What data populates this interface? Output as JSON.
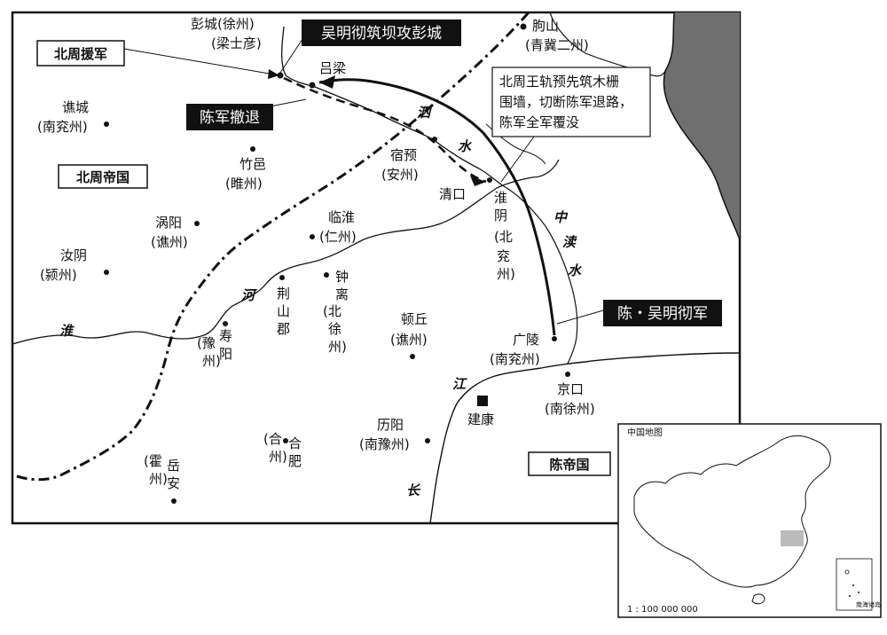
{
  "labels": {
    "pengcheng": "彭城(徐州)",
    "liangshiyan": "(梁士彦)",
    "beizhou_yuanjun": "北周援军",
    "wu_attack": "吴明彻筑坝攻彭城",
    "quzhan": "朐山",
    "quzhan_sub": "(青冀二州)",
    "lvliang": "吕梁",
    "chenjun_chetui": "陈军撤退",
    "qiaocheng": "谯城",
    "qiaocheng_sub": "(南兖州)",
    "beizhou_empire": "北周帝国",
    "zhuyi": "竹邑",
    "zhuyi_sub": "(睢州)",
    "suyu": "宿预",
    "suyu_sub": "(安州)",
    "qingkou": "清口",
    "huaiyin_v": [
      "淮",
      "阴",
      "(北",
      "兖",
      "州)"
    ],
    "annotation": [
      "北周王轨预先筑木栅",
      "围墙，切断陈军退路，",
      "陈军全军覆没"
    ],
    "woyang": "涡阳",
    "woyang_sub": "(谯州)",
    "linhuai": "临淮",
    "linhuai_sub": "(仁州)",
    "ruyin": "汝阴",
    "ruyin_sub": "(颍州)",
    "jingshanjun_v": [
      "荆",
      "山",
      "郡"
    ],
    "zhongli_v": [
      "钟",
      "离"
    ],
    "beixuzhou_v": [
      "(北",
      "徐",
      "州)"
    ],
    "dunqiu": "顿丘",
    "dunqiu_sub": "(谯州)",
    "shouyang_v": [
      "寿",
      "阳"
    ],
    "yuzhou_v": [
      "(豫",
      "州)"
    ],
    "guangling": "广陵",
    "guangling_sub": "(南兖州)",
    "chen_army": "陈・吴明彻军",
    "jingkou": "京口",
    "jingkou_sub": "(南徐州)",
    "jiankang": "建康",
    "liyang": "历阳",
    "liyang_sub": "(南豫州)",
    "hefei_v": [
      "合",
      "肥"
    ],
    "hezhou_v": [
      "(合",
      "州)"
    ],
    "chen_empire": "陈帝国",
    "yuean_v": [
      "岳",
      "安"
    ],
    "huozhou_v": [
      "(霍",
      "州)"
    ],
    "inset_title": "中国地图",
    "inset_scale": "1 : 100 000 000",
    "inset_nanhai": "南海诸岛"
  },
  "rivers": {
    "si": "泗",
    "shui": "水",
    "zhong": "中",
    "du": "渎",
    "shui2": "水",
    "he": "河",
    "huai": "淮",
    "jiang": "江",
    "chang": "长"
  }
}
